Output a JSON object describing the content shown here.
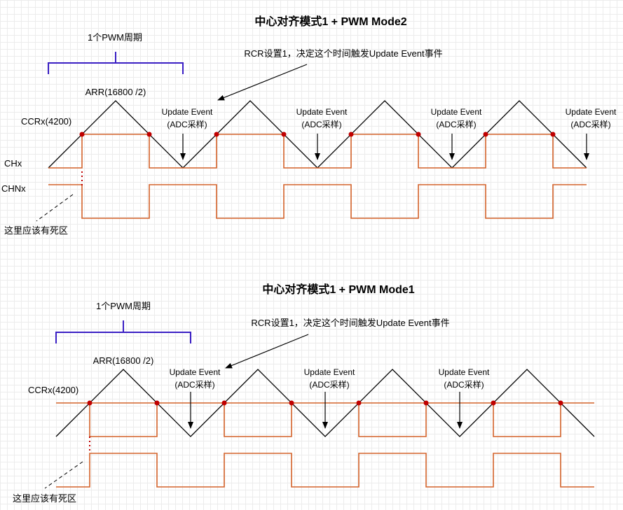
{
  "top": {
    "title": "中心对齐模式1 + PWM Mode2",
    "period_label": "1个PWM周期",
    "rcr_note": "RCR设置1，决定这个时间触发Update Event事件",
    "arr_label": "ARR(16800 /2)",
    "ccr_label": "CCRx(4200)",
    "chx_label": "CHx",
    "chnx_label": "CHNx",
    "deadtime_note": "这里应该有死区",
    "update_event": "Update Event",
    "adc_sampling": "(ADC采样)"
  },
  "bottom": {
    "title": "中心对齐模式1 + PWM Mode1",
    "period_label": "1个PWM周期",
    "rcr_note": "RCR设置1，决定这个时间触发Update Event事件",
    "arr_label": "ARR(16800 /2)",
    "ccr_label": "CCRx(4200)",
    "deadtime_note": "这里应该有死区",
    "update_event": "Update Event",
    "adc_sampling": "(ADC采样)"
  },
  "colors": {
    "waveform": "#d4622a",
    "brace": "#3a1fc4",
    "marker": "#c00000",
    "triangle": "#000000"
  }
}
